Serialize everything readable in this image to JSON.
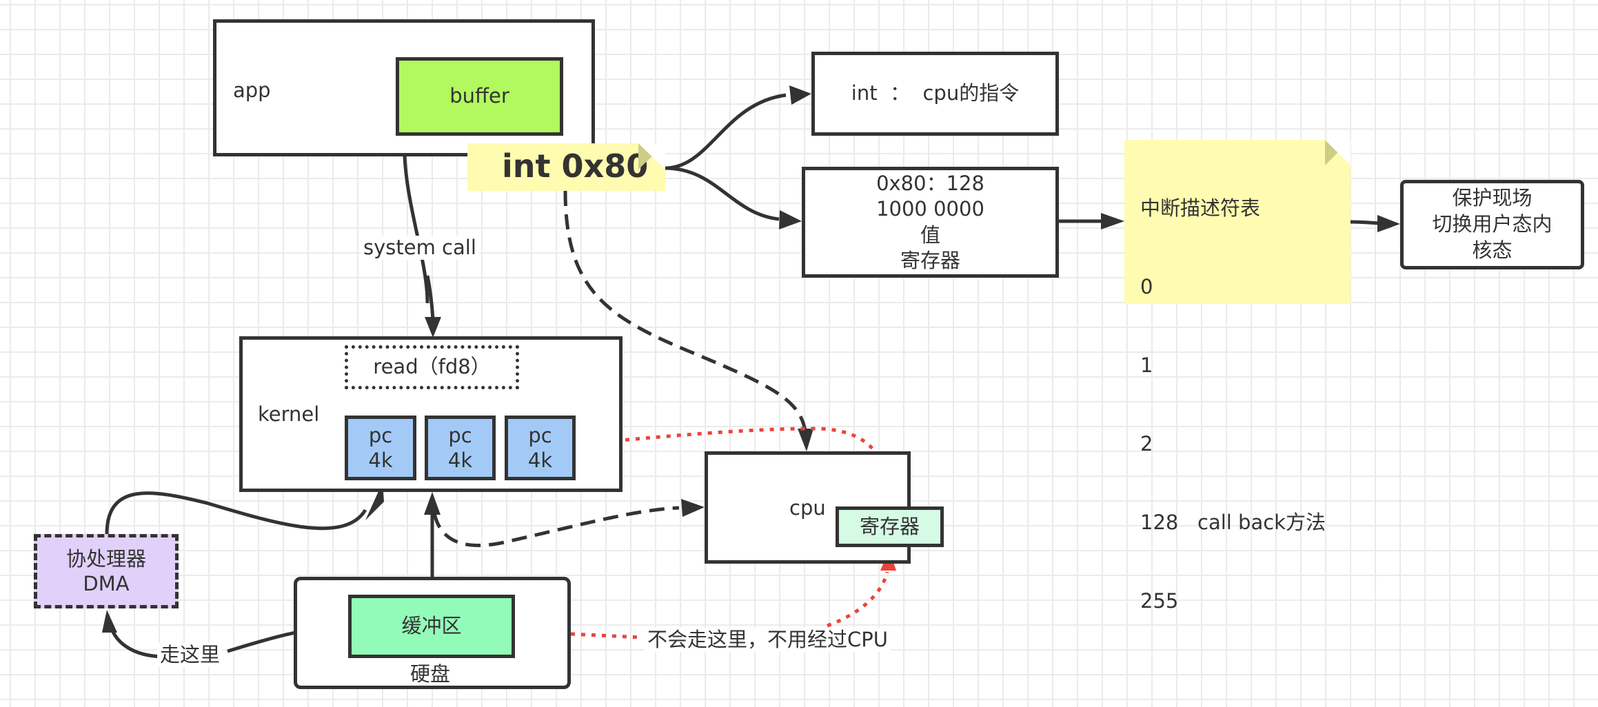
{
  "diagram": {
    "nodes": {
      "app": {
        "label": "app"
      },
      "buffer": {
        "label": "buffer",
        "fill": "#b2f85f"
      },
      "int_note": {
        "label": "int 0x80",
        "fill": "#fffbb0"
      },
      "int_instruction": {
        "label": "int  ：  cpu的指令"
      },
      "register_value": {
        "lines": [
          "0x80：128",
          "1000 0000",
          "值",
          "寄存器"
        ]
      },
      "idt_note": {
        "lines": [
          "中断描述符表",
          "0",
          "1",
          "2",
          "128   call back方法",
          "255"
        ],
        "fill": "#fffbb0"
      },
      "protect": {
        "lines": [
          "保护现场",
          "切换用户态内",
          "核态"
        ]
      },
      "kernel": {
        "label": "kernel"
      },
      "read_call": {
        "label": "read（fd8）"
      },
      "pages": [
        {
          "lines": [
            "pc",
            "4k"
          ]
        },
        {
          "lines": [
            "pc",
            "4k"
          ]
        },
        {
          "lines": [
            "pc",
            "4k"
          ]
        }
      ],
      "page_fill": "#a3caf7",
      "cpu": {
        "label": "cpu"
      },
      "cpu_register": {
        "label": "寄存器",
        "fill": "#d5fbe5"
      },
      "dma": {
        "lines": [
          "协处理器",
          "DMA"
        ],
        "fill": "#e1d0fa"
      },
      "disk": {
        "label": "硬盘"
      },
      "disk_buffer": {
        "label": "缓冲区",
        "fill": "#93fbb9"
      }
    },
    "edge_labels": {
      "system_call": "system call",
      "go_here": "走这里",
      "not_here": "不会走这里，不用经过CPU"
    },
    "colors": {
      "stroke": "#333333",
      "red_dotted": "#e9453d",
      "grid": "#ebebeb",
      "note_fold": "#cdcd87"
    }
  }
}
